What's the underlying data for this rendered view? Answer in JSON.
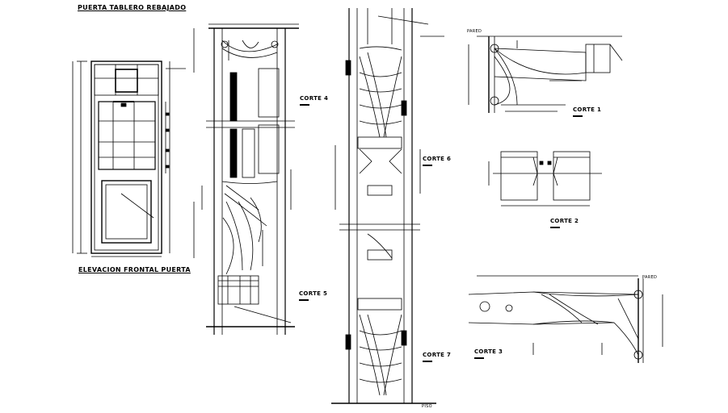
{
  "title": "PUERTA TABLERO REBAJADO",
  "elevation_label": "ELEVACION FRONTAL PUERTA",
  "sections": {
    "corte1": "CORTE 1",
    "corte2": "CORTE 2",
    "corte3": "CORTE 3",
    "corte4": "CORTE 4",
    "corte5": "CORTE 5",
    "corte6": "CORTE 6",
    "corte7": "CORTE 7"
  },
  "notes": {
    "pared_top": "PARED",
    "pared_bottom": "PARED",
    "piso": "PISO"
  },
  "colors": {
    "line": "#000000",
    "background": "#ffffff"
  }
}
